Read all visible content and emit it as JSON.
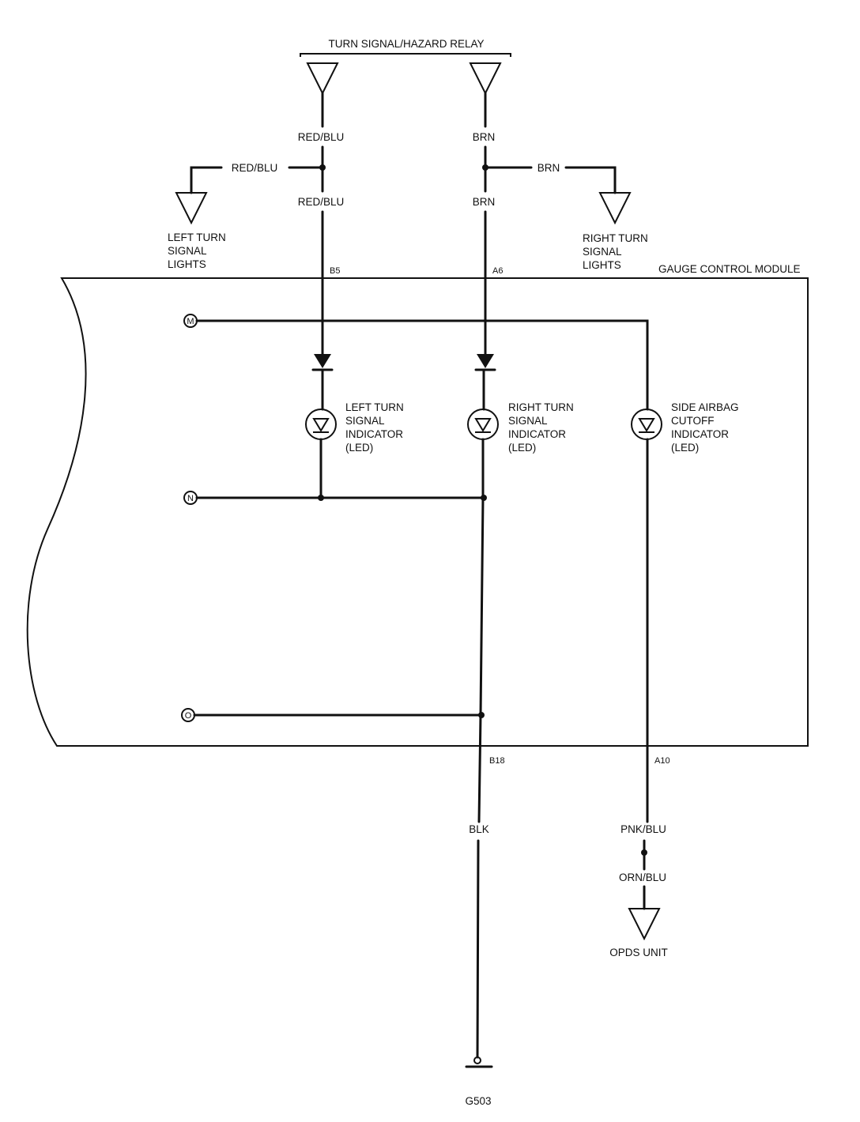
{
  "title": "TURN SIGNAL/HAZARD RELAY",
  "module": "GAUGE CONTROL MODULE",
  "wires": {
    "red_blu_top": "RED/BLU",
    "red_blu_branch": "RED/BLU",
    "red_blu_lower": "RED/BLU",
    "brn_top": "BRN",
    "brn_branch": "BRN",
    "brn_lower": "BRN",
    "blk": "BLK",
    "pnk_blu": "PNK/BLU",
    "orn_blu": "ORN/BLU"
  },
  "components": {
    "left_lights": [
      "LEFT TURN",
      "SIGNAL",
      "LIGHTS"
    ],
    "right_lights": [
      "RIGHT TURN",
      "SIGNAL",
      "LIGHTS"
    ],
    "left_indicator": [
      "LEFT TURN",
      "SIGNAL",
      "INDICATOR",
      "(LED)"
    ],
    "right_indicator": [
      "RIGHT TURN",
      "SIGNAL",
      "INDICATOR",
      "(LED)"
    ],
    "airbag_indicator": [
      "SIDE AIRBAG",
      "CUTOFF",
      "INDICATOR",
      "(LED)"
    ],
    "opds": "OPDS UNIT",
    "ground": "G503"
  },
  "connectors": {
    "b5": "B5",
    "a6": "A6",
    "b18": "B18",
    "a10": "A10"
  },
  "terminals": {
    "m": "M",
    "n": "N",
    "o": "O"
  }
}
